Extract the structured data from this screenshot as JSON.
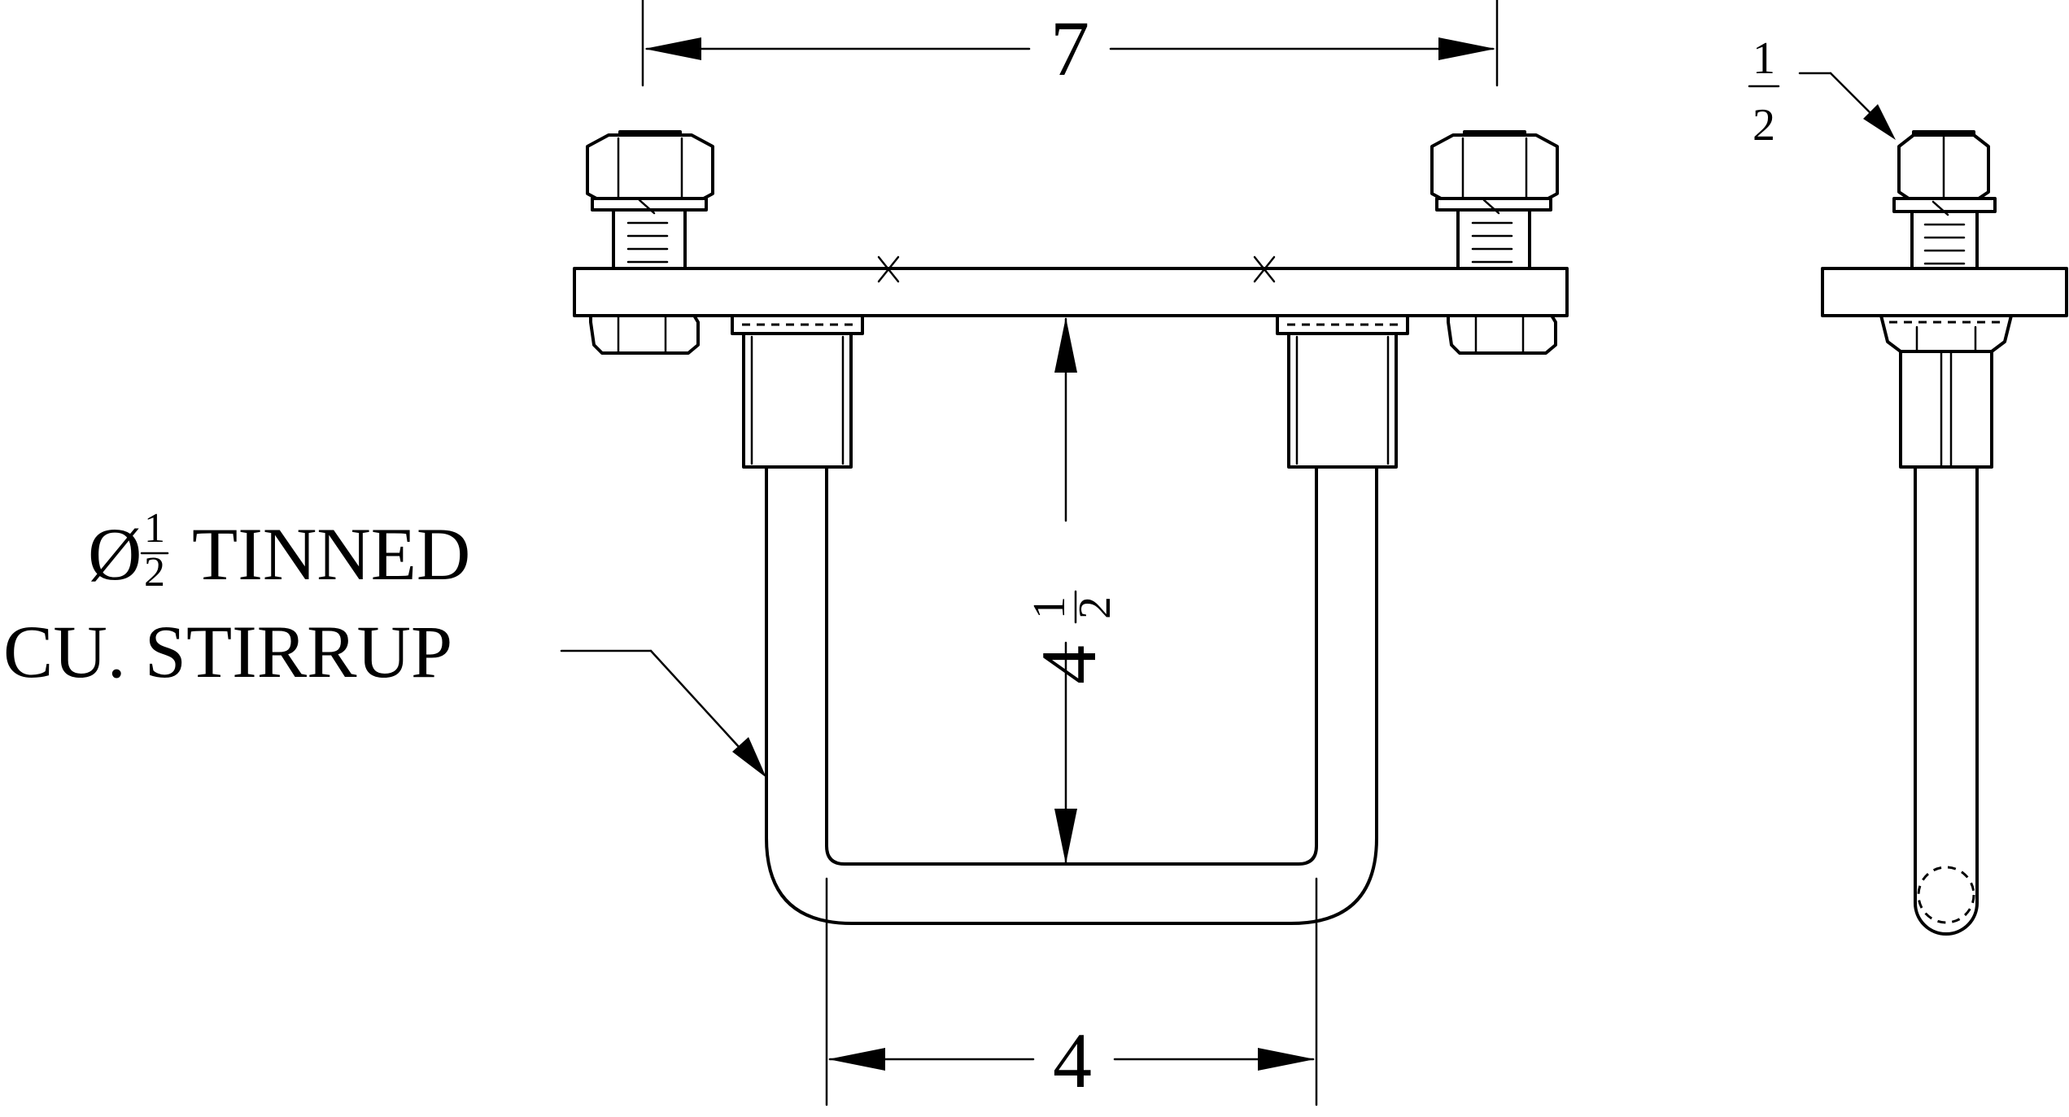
{
  "dimensions": {
    "overall_width": "7",
    "inner_width": "4",
    "height_whole": "4",
    "height_num": "1",
    "height_den": "2",
    "bolt_num": "1",
    "bolt_den": "2"
  },
  "callout": {
    "diameter_symbol": "Ø",
    "frac_num": "1",
    "frac_den": "2",
    "line1_rest": "TINNED",
    "line2": "CU. STIRRUP"
  }
}
